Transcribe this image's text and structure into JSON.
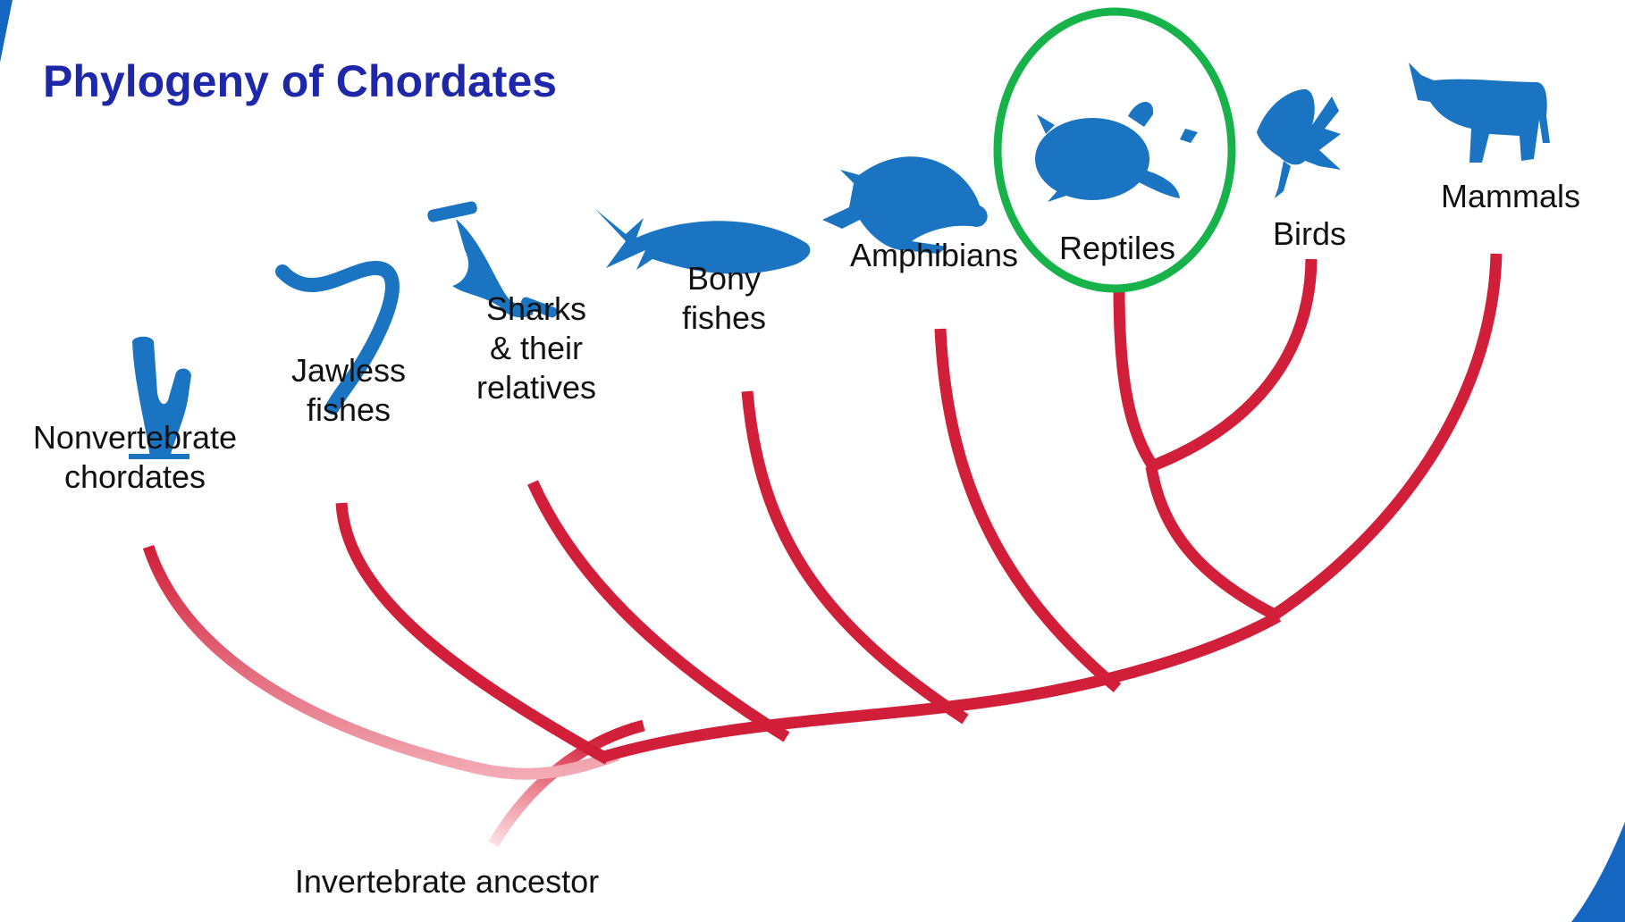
{
  "title": "Phylogeny of Chordates",
  "colors": {
    "title": "#1f27a9",
    "branch": "#d11f39",
    "branch_faded": "#f4b8bf",
    "silhouette": "#1a74c1",
    "highlight": "#17b34a",
    "accent": "#1566c0"
  },
  "highlighted_group": "Reptiles",
  "groups": [
    {
      "id": "nonvertebrate",
      "label": "Nonvertebrate\nchordates",
      "icon": "tunicate-icon"
    },
    {
      "id": "jawless",
      "label": "Jawless\nfishes",
      "icon": "lamprey-icon"
    },
    {
      "id": "sharks",
      "label": "Sharks\n& their\nrelatives",
      "icon": "hammerhead-shark-icon"
    },
    {
      "id": "bony",
      "label": "Bony\nfishes",
      "icon": "tuna-icon"
    },
    {
      "id": "amphibians",
      "label": "Amphibians",
      "icon": "frog-icon"
    },
    {
      "id": "reptiles",
      "label": "Reptiles",
      "icon": "turtle-icon"
    },
    {
      "id": "birds",
      "label": "Birds",
      "icon": "bird-icon"
    },
    {
      "id": "mammals",
      "label": "Mammals",
      "icon": "cow-icon"
    }
  ],
  "root_label": "Invertebrate ancestor"
}
